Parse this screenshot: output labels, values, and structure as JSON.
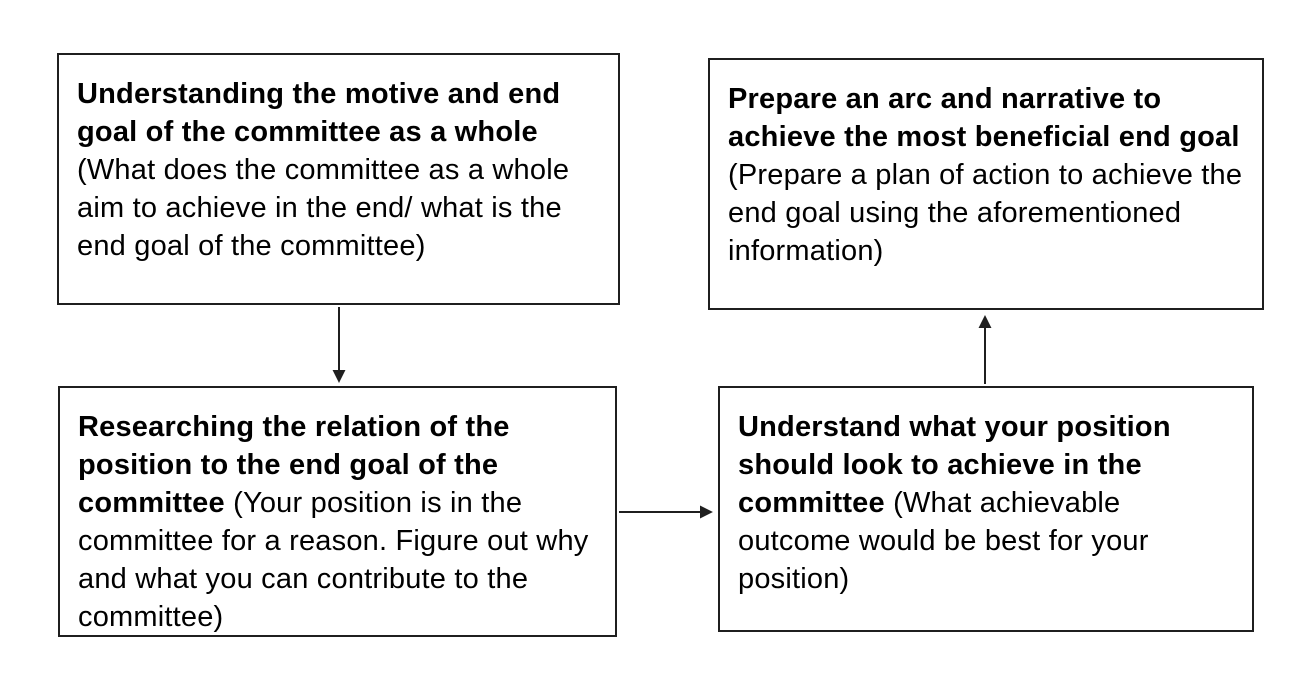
{
  "diagram": {
    "type": "flowchart",
    "colors": {
      "background": "#ffffff",
      "box_border": "#1f1f1f",
      "box_fill": "#ffffff",
      "text": "#000000",
      "arrow": "#1f1f1f"
    },
    "nodes": [
      {
        "id": "understand-motive",
        "position": "top-left",
        "bold": "Understanding the motive and end goal of the committee as a whole",
        "regular": "(What does the committee as a whole aim to achieve in the end/ what is the end goal of the committee)"
      },
      {
        "id": "prepare-arc",
        "position": "top-right",
        "bold": "Prepare an arc and narrative to achieve the most beneficial end goal",
        "regular": "(Prepare a plan of action to achieve the end goal using the aforementioned information)"
      },
      {
        "id": "research-relation",
        "position": "bottom-left",
        "bold": "Researching the relation of the position to the end goal of the committee",
        "regular": "(Your position is in the committee for a reason. Figure out why and what you can contribute to the committee)"
      },
      {
        "id": "understand-position",
        "position": "bottom-right",
        "bold": "Understand what your position should look to achieve in the committee",
        "regular": "(What achievable outcome would be best for your position)"
      }
    ],
    "arrows": [
      {
        "from": "understand-motive",
        "to": "research-relation",
        "direction": "down"
      },
      {
        "from": "research-relation",
        "to": "understand-position",
        "direction": "right"
      },
      {
        "from": "understand-position",
        "to": "prepare-arc",
        "direction": "up"
      }
    ]
  }
}
